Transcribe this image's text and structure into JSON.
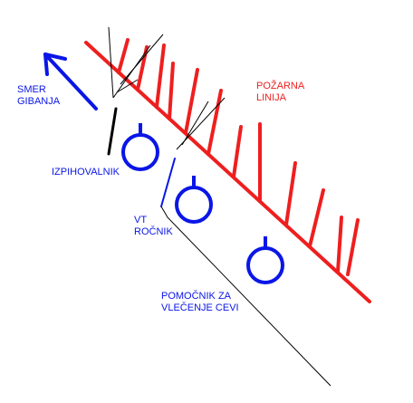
{
  "colors": {
    "fire_line": "#ee1f1f",
    "person": "#0a16e6",
    "sight_lines": "#000000",
    "label_blue": "#0a16e6",
    "label_red": "#ee1f1f"
  },
  "labels": {
    "movement_direction": [
      "SMER",
      "GIBANJA"
    ],
    "fire_line": [
      "POŽARNA",
      "LINIJA"
    ],
    "blower_operator": "IZPIHOVALNIK",
    "hose_nozzle_operator": [
      "VT",
      "ROČNIK"
    ],
    "hose_pulling_assistant": [
      "POMOČNIK ZA",
      "VLEČENJE CEVI"
    ]
  },
  "diagram": {
    "persons_count": 3,
    "fire_line_hatch_count": 12,
    "direction_icon": "arrow-up-left-icon"
  }
}
